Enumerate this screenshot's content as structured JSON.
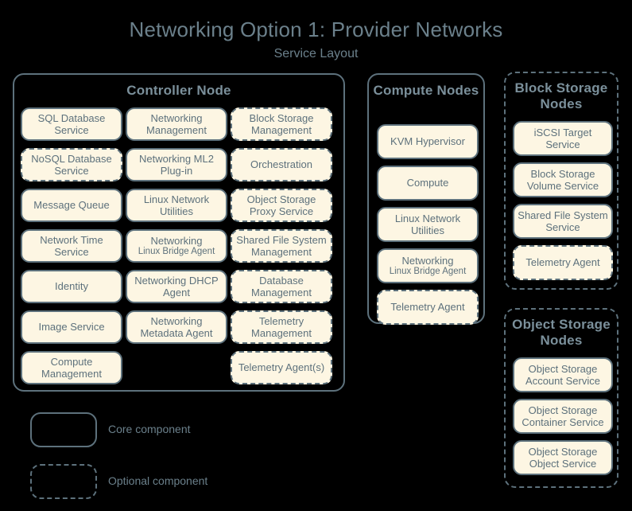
{
  "header": {
    "title": "Networking Option 1: Provider Networks",
    "subtitle": "Service Layout"
  },
  "colors": {
    "background": "#000000",
    "box_fill": "#fdf6e3",
    "stroke": "#5d717c",
    "text": "#5d717c",
    "heading_text": "#7b808b"
  },
  "groups": {
    "controller": {
      "title": "Controller Node",
      "style": "solid",
      "columns": [
        {
          "items": [
            {
              "label": "SQL Database Service",
              "style": "solid"
            },
            {
              "label": "NoSQL Database Service",
              "style": "dashed"
            },
            {
              "label": "Message Queue",
              "style": "solid"
            },
            {
              "label": "Network Time Service",
              "style": "solid"
            },
            {
              "label": "Identity",
              "style": "solid"
            },
            {
              "label": "Image Service",
              "style": "solid"
            },
            {
              "label": "Compute Management",
              "style": "solid"
            }
          ]
        },
        {
          "items": [
            {
              "label": "Networking Management",
              "style": "solid"
            },
            {
              "label": "Networking ML2 Plug-in",
              "style": "solid"
            },
            {
              "label": "Linux Network Utilities",
              "style": "solid"
            },
            {
              "label": "Networking",
              "sub": "Linux Bridge Agent",
              "style": "solid"
            },
            {
              "label": "Networking DHCP Agent",
              "style": "solid"
            },
            {
              "label": "Networking Metadata Agent",
              "style": "solid"
            }
          ]
        },
        {
          "items": [
            {
              "label": "Block Storage Management",
              "style": "dashed"
            },
            {
              "label": "Orchestration",
              "style": "dashed"
            },
            {
              "label": "Object Storage Proxy Service",
              "style": "dashed"
            },
            {
              "label": "Shared File System Management",
              "style": "dashed"
            },
            {
              "label": "Database Management",
              "style": "dashed"
            },
            {
              "label": "Telemetry Management",
              "style": "dashed"
            },
            {
              "label": "Telemetry Agent(s)",
              "style": "dashed"
            }
          ]
        }
      ]
    },
    "compute": {
      "title": "Compute Nodes",
      "style": "solid",
      "items": [
        {
          "label": "KVM Hypervisor",
          "style": "solid"
        },
        {
          "label": "Compute",
          "style": "solid"
        },
        {
          "label": "Linux Network Utilities",
          "style": "solid"
        },
        {
          "label": "Networking",
          "sub": "Linux Bridge Agent",
          "style": "solid"
        },
        {
          "label": "Telemetry Agent",
          "style": "dashed"
        }
      ]
    },
    "block_storage": {
      "title": "Block Storage Nodes",
      "style": "dashed",
      "items": [
        {
          "label": "iSCSI Target Service",
          "style": "solid"
        },
        {
          "label": "Block Storage Volume Service",
          "style": "solid"
        },
        {
          "label": "Shared File System Service",
          "style": "solid"
        },
        {
          "label": "Telemetry Agent",
          "style": "dashed"
        }
      ]
    },
    "object_storage": {
      "title": "Object Storage Nodes",
      "style": "dashed",
      "items": [
        {
          "label": "Object Storage Account Service",
          "style": "solid"
        },
        {
          "label": "Object Storage Container Service",
          "style": "solid"
        },
        {
          "label": "Object Storage Object Service",
          "style": "solid"
        }
      ]
    }
  },
  "legend": {
    "items": [
      {
        "label": "Core component",
        "style": "solid"
      },
      {
        "label": "Optional component",
        "style": "dashed"
      }
    ]
  }
}
